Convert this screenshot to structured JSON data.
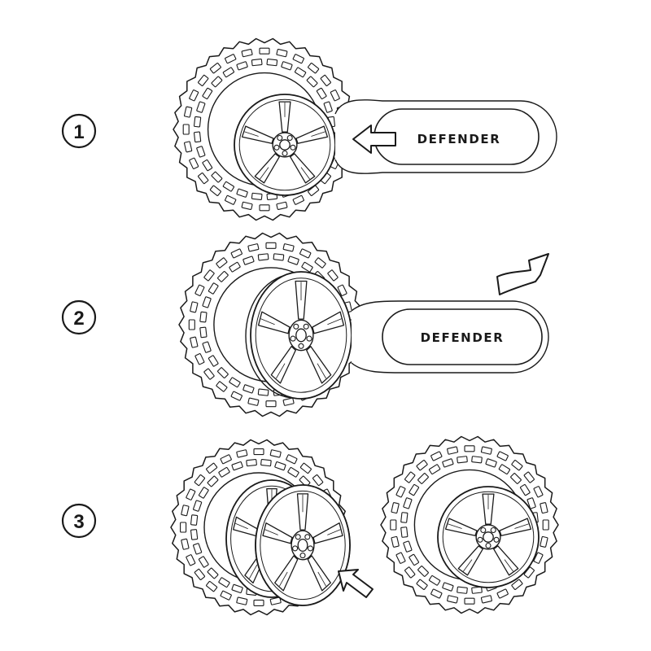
{
  "steps": [
    {
      "number": "1",
      "cover_label": "DEFENDER"
    },
    {
      "number": "2",
      "cover_label": "DEFENDER"
    },
    {
      "number": "3"
    }
  ],
  "colors": {
    "line": "#1a1a1a",
    "background": "#ffffff"
  },
  "icons": [
    "tyre-icon",
    "wheel-icon",
    "arrow-push-icon",
    "arrow-curve-icon",
    "spare-wheel-cover-icon"
  ]
}
